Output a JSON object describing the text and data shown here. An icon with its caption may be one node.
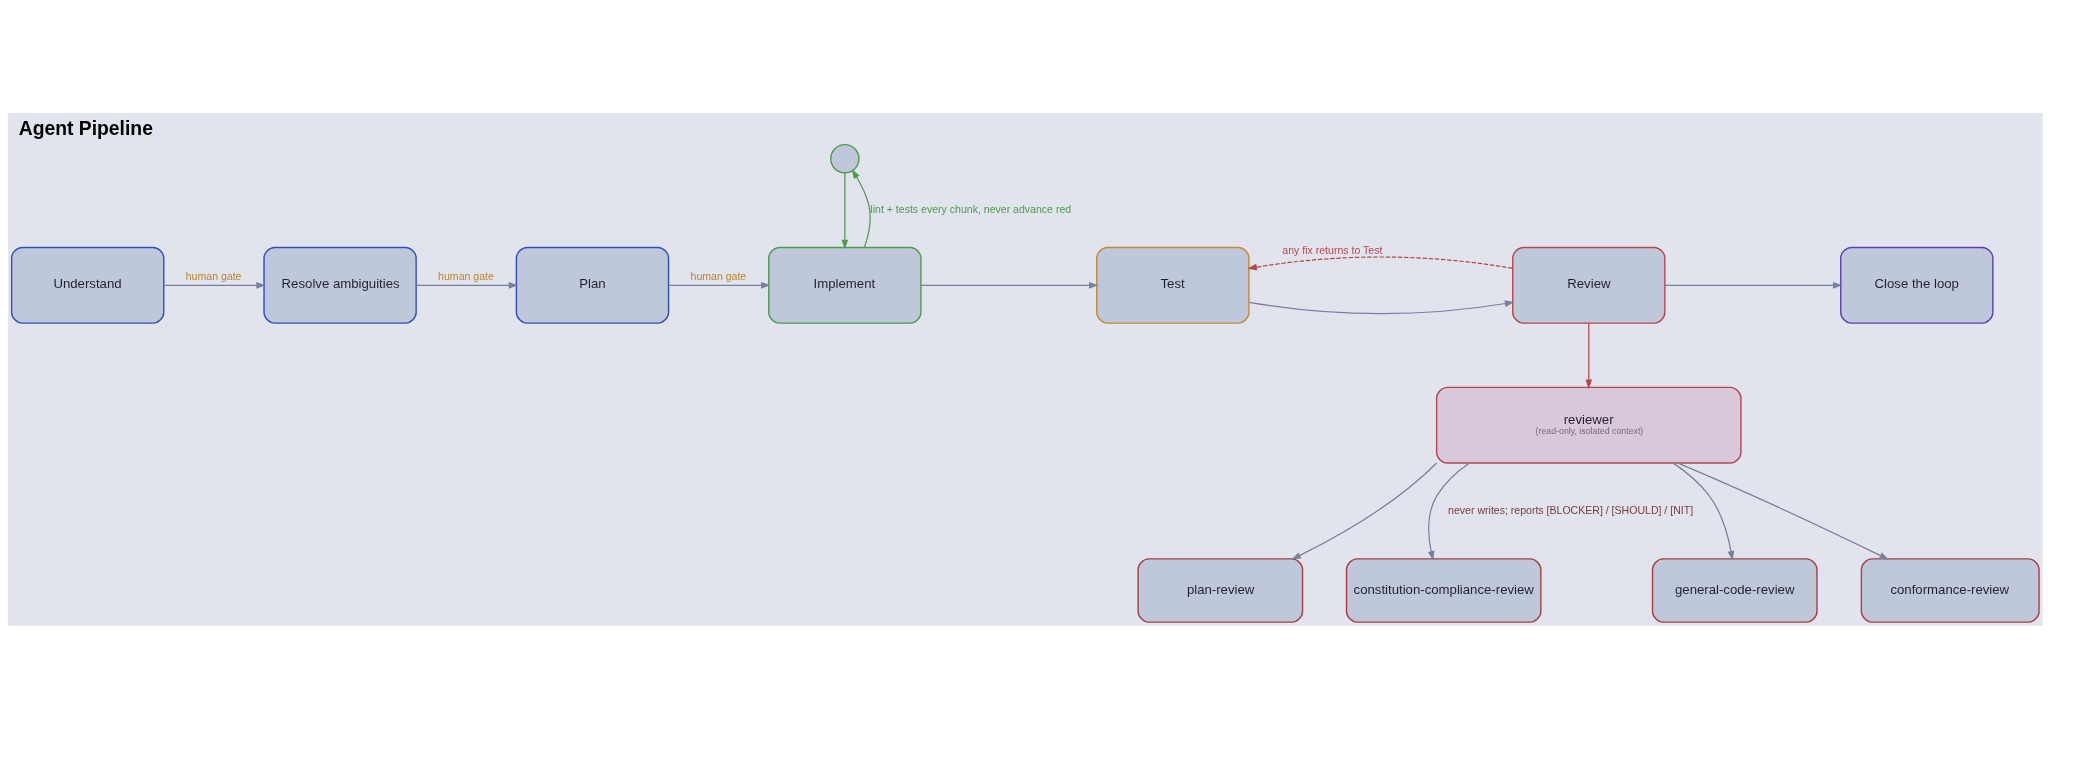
{
  "diagram": {
    "title": "Agent Pipeline",
    "nodes": [
      {
        "text": [
          "Understand"
        ]
      },
      {
        "text": [
          "Resolve ambiguities"
        ]
      },
      {
        "text": [
          "Plan"
        ]
      },
      {
        "text": [
          "Implement"
        ]
      },
      {
        "text": [
          "Test"
        ]
      },
      {
        "text": [
          "Review"
        ]
      },
      {
        "text": [
          "Close the loop"
        ]
      },
      {
        "text": [
          "reviewer",
          "(read-only, isolated context)"
        ]
      },
      {
        "text": [
          "plan-review"
        ]
      },
      {
        "text": [
          "constitution-compliance-review"
        ]
      },
      {
        "text": [
          "general-code-review"
        ]
      },
      {
        "text": [
          "conformance-review"
        ]
      },
      {
        "text": [],
        "shape": "circle"
      }
    ],
    "edges": [
      {
        "from": 0,
        "to": 1,
        "arrow": "to",
        "label": "human gate"
      },
      {
        "from": 1,
        "to": 2,
        "arrow": "to",
        "label": "human gate"
      },
      {
        "from": 2,
        "to": 3,
        "arrow": "to",
        "label": "human gate"
      },
      {
        "from": 3,
        "to": 4,
        "arrow": "to"
      },
      {
        "from": 4,
        "to": 5,
        "arrow": "to"
      },
      {
        "from": 5,
        "to": 6,
        "arrow": "to"
      },
      {
        "from": 5,
        "to": 4,
        "arrow": "to",
        "label": "any fix returns to Test",
        "style": "dashed",
        "color": "#b5474b"
      },
      {
        "from": 3,
        "to": 12,
        "arrow": "to",
        "label": "lint + tests every chunk, never advance red",
        "color": "#4f9a4f"
      },
      {
        "from": 12,
        "to": 3,
        "arrow": "to",
        "color": "#4f9a4f"
      },
      {
        "from": 5,
        "to": 7,
        "arrow": "to",
        "color": "#b5474b"
      },
      {
        "from": 7,
        "to": 8,
        "arrow": "to"
      },
      {
        "from": 7,
        "to": 9,
        "arrow": "to",
        "label": "never writes; reports [BLOCKER] / [SHOULD] / [NIT]"
      },
      {
        "from": 7,
        "to": 10,
        "arrow": "to"
      },
      {
        "from": 7,
        "to": 11,
        "arrow": "to"
      }
    ]
  }
}
